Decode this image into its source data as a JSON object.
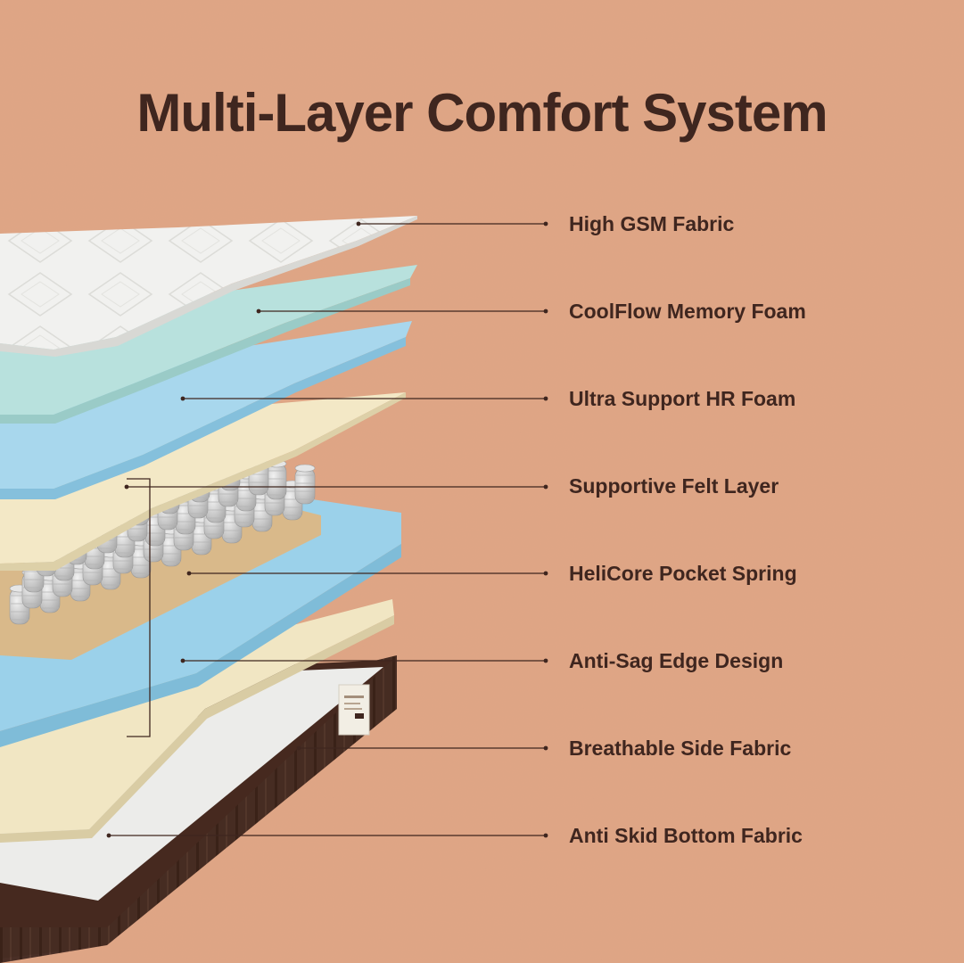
{
  "title": "Multi-Layer Comfort System",
  "colors": {
    "background": "#e0a585",
    "text": "#3f261f",
    "fabric": "#efefec",
    "coolflow_foam": "#b5e0dc",
    "hr_foam": "#a4d4ea",
    "felt": "#f1e6c3",
    "springs": "#c9c9c9",
    "base": "#4a2f26"
  },
  "layers": [
    {
      "label": "High GSM Fabric"
    },
    {
      "label": "CoolFlow Memory Foam"
    },
    {
      "label": "Ultra Support HR Foam"
    },
    {
      "label": "Supportive Felt Layer"
    },
    {
      "label": "HeliCore Pocket Spring"
    },
    {
      "label": "Anti-Sag Edge Design"
    },
    {
      "label": "Breathable Side Fabric"
    },
    {
      "label": "Anti Skid Bottom Fabric"
    }
  ]
}
